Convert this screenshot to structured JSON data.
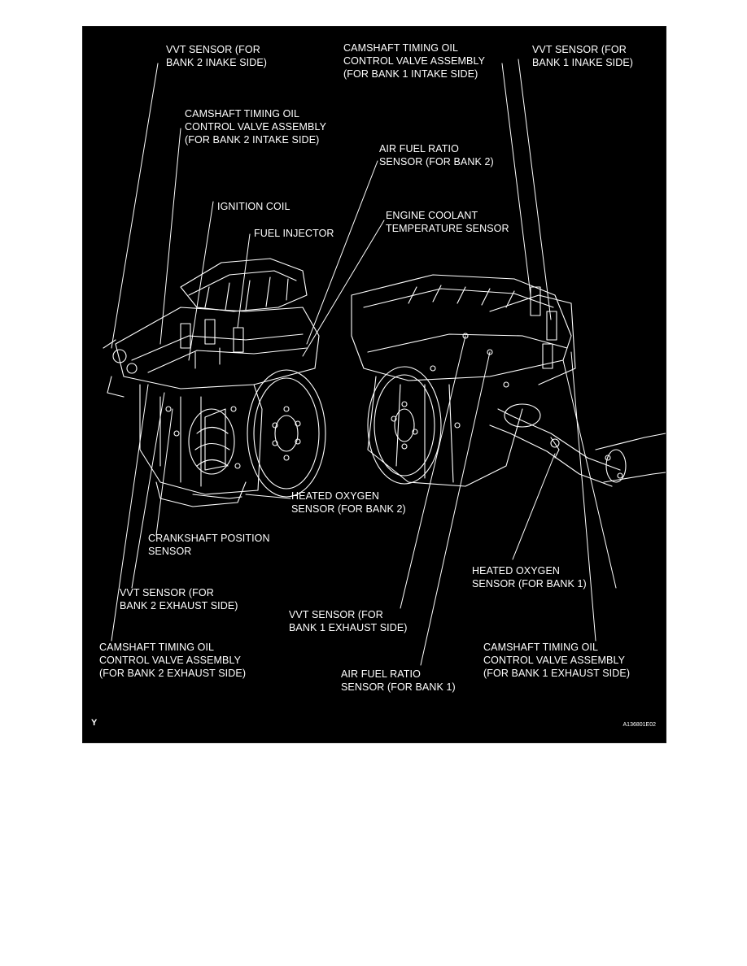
{
  "labels": {
    "vvt_b2_in": [
      "VVT SENSOR (FOR",
      "BANK 2 INAKE SIDE)"
    ],
    "ocv_b1_in": [
      "CAMSHAFT TIMING OIL",
      "CONTROL VALVE ASSEMBLY",
      "(FOR BANK 1 INTAKE SIDE)"
    ],
    "vvt_b1_in": [
      "VVT SENSOR (FOR",
      "BANK 1 INAKE SIDE)"
    ],
    "ocv_b2_in": [
      "CAMSHAFT TIMING OIL",
      "CONTROL VALVE ASSEMBLY",
      "(FOR BANK 2 INTAKE SIDE)"
    ],
    "afr_b2": [
      "AIR FUEL RATIO",
      "SENSOR (FOR BANK 2)"
    ],
    "ign_coil": [
      "IGNITION COIL"
    ],
    "ect": [
      "ENGINE COOLANT",
      "TEMPERATURE SENSOR"
    ],
    "fuel_inj": [
      "FUEL INJECTOR"
    ],
    "ho2_b2": [
      "HEATED OXYGEN",
      "SENSOR (FOR BANK 2)"
    ],
    "ckp": [
      "CRANKSHAFT POSITION",
      "SENSOR"
    ],
    "ho2_b1": [
      "HEATED OXYGEN",
      "SENSOR (FOR BANK 1)"
    ],
    "vvt_b2_ex": [
      "VVT SENSOR (FOR",
      "BANK 2 EXHAUST SIDE)"
    ],
    "vvt_b1_ex": [
      "VVT SENSOR (FOR",
      "BANK 1 EXHAUST SIDE)"
    ],
    "ocv_b2_ex": [
      "CAMSHAFT TIMING OIL",
      "CONTROL VALVE ASSEMBLY",
      "(FOR BANK 2 EXHAUST SIDE)"
    ],
    "ocv_b1_ex": [
      "CAMSHAFT TIMING OIL",
      "CONTROL VALVE ASSEMBLY",
      "(FOR BANK 1 EXHAUST SIDE)"
    ],
    "afr_b1": [
      "AIR FUEL RATIO",
      "SENSOR (FOR BANK 1)"
    ]
  },
  "corner_mark": "Y",
  "figure_id": "A136801E02",
  "colors": {
    "background": "#000000",
    "line": "#ffffff",
    "page": "#ffffff"
  }
}
